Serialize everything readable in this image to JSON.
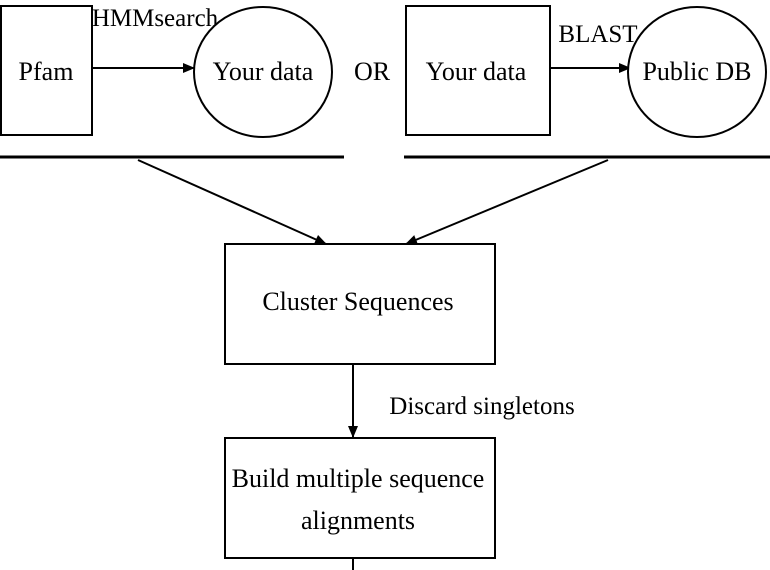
{
  "nodes": {
    "pfam": "Pfam",
    "your_data_left": "Your data",
    "your_data_right": "Your data",
    "public_db": "Public DB",
    "cluster": "Cluster Sequences",
    "build_line1": "Build multiple sequence",
    "build_line2": "alignments"
  },
  "edge_labels": {
    "hmmsearch": "HMMsearch",
    "blast": "BLAST",
    "discard": "Discard singletons"
  },
  "connector": "OR"
}
